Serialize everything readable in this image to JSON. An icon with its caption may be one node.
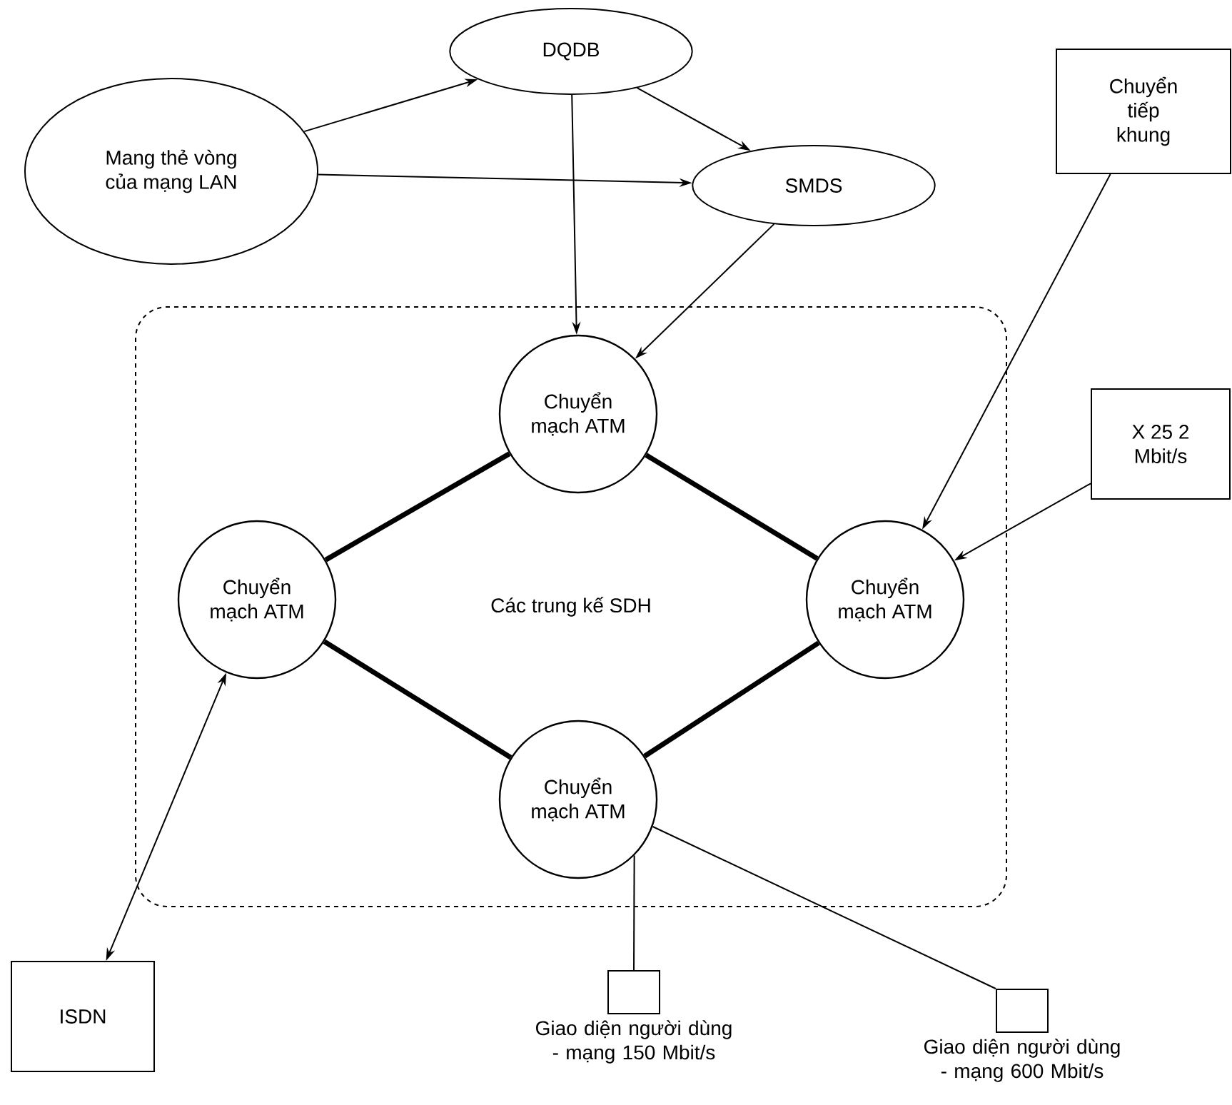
{
  "diagram": {
    "nodes": [
      {
        "text": [
          "Mang thẻ vòng của mạng LAN"
        ]
      },
      {
        "text": [
          "DQDB"
        ]
      },
      {
        "text": [
          "SMDS"
        ]
      },
      {
        "text": [
          "Chuyển tiếp khung"
        ]
      },
      {
        "text": [
          "Các trung kế SDH"
        ]
      },
      {
        "text": [
          "Chuyển mạch ATM"
        ],
        "in": 4
      },
      {
        "text": [
          "Chuyển mạch ATM"
        ],
        "in": 4
      },
      {
        "text": [
          "Chuyển mạch ATM"
        ],
        "in": 4
      },
      {
        "text": [
          "Chuyển mạch ATM"
        ],
        "in": 4
      },
      {
        "text": [
          "X 25 2 Mbit/s"
        ]
      },
      {
        "text": [
          "ISDN"
        ]
      },
      {
        "text": [],
        "shape": "box",
        "beside": [
          "Giao diện người dùng - mạng 150 Mbit/s"
        ]
      },
      {
        "text": [],
        "shape": "box",
        "beside": [
          "Giao diện người dùng - mạng 600 Mbit/s"
        ]
      }
    ],
    "edges": [
      {
        "from": 0,
        "to": 1,
        "arrow": "to"
      },
      {
        "from": 0,
        "to": 2,
        "arrow": "to"
      },
      {
        "from": 1,
        "to": 2,
        "arrow": "to"
      },
      {
        "from": 1,
        "to": 5,
        "arrow": "to"
      },
      {
        "from": 2,
        "to": 5,
        "arrow": "to"
      },
      {
        "from": 3,
        "to": 7,
        "arrow": "to"
      },
      {
        "from": 9,
        "to": 7,
        "arrow": "to"
      },
      {
        "from": 10,
        "to": 6,
        "arrow": "both"
      },
      {
        "from": 5,
        "to": 6,
        "arrow": "none",
        "style": "thick"
      },
      {
        "from": 5,
        "to": 7,
        "arrow": "none",
        "style": "thick"
      },
      {
        "from": 6,
        "to": 8,
        "arrow": "none",
        "style": "thick"
      },
      {
        "from": 7,
        "to": 8,
        "arrow": "none",
        "style": "thick"
      },
      {
        "from": 8,
        "to": 11,
        "arrow": "none"
      },
      {
        "from": 8,
        "to": 12,
        "arrow": "none"
      }
    ]
  }
}
